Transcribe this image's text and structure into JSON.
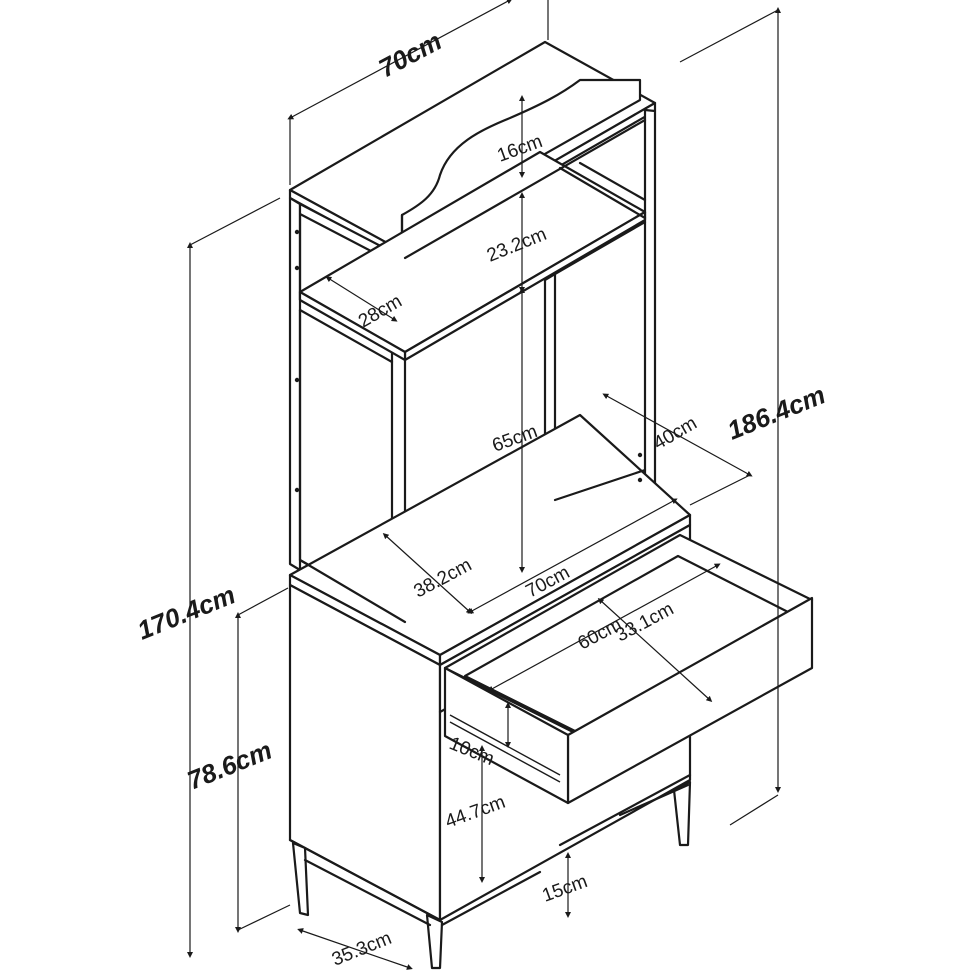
{
  "dimensions": {
    "overall_width": "70cm",
    "overall_height": "186.4cm",
    "body_height": "170.4cm",
    "cabinet_height": "78.6cm",
    "depth": "40cm",
    "cabinet_depth": "35.3cm",
    "top_board_height": "16cm",
    "upper_shelf_height": "23.2cm",
    "upper_shelf_depth": "28cm",
    "hutch_opening_height": "65cm",
    "desk_depth": "38.2cm",
    "desk_width": "70cm",
    "drawer_width": "60cm",
    "drawer_depth": "33.1cm",
    "drawer_height": "10cm",
    "lower_opening_height": "44.7cm",
    "leg_height": "15cm"
  }
}
